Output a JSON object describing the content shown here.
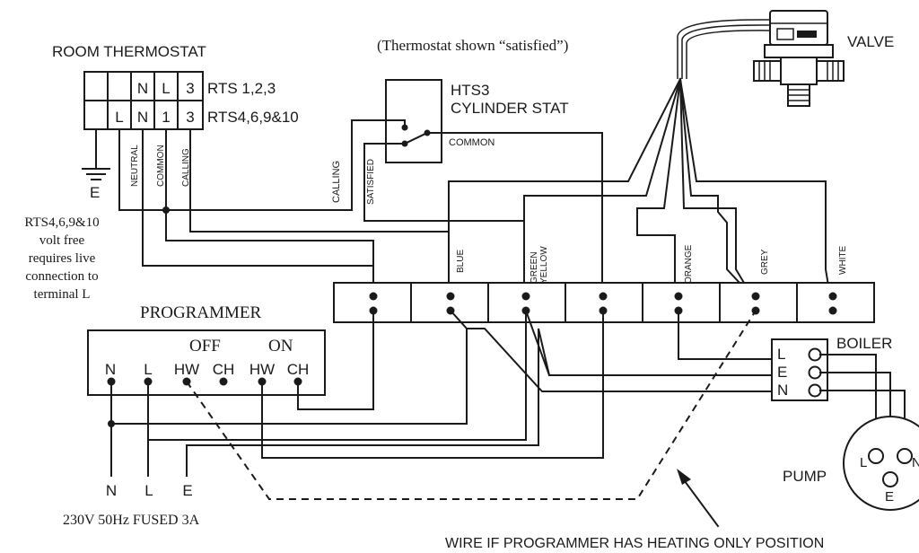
{
  "room_thermostat": {
    "title": "ROOM THERMOSTAT",
    "row1_cells": [
      "",
      "",
      "N",
      "L",
      "3"
    ],
    "row1_label": "RTS 1,2,3",
    "row2_cells": [
      "",
      "L",
      "N",
      "1",
      "3"
    ],
    "row2_label": "RTS4,6,9&10",
    "wire_labels": {
      "neutral": "NEUTRAL",
      "common": "COMMON",
      "calling": "CALLING"
    },
    "earth_label": "E",
    "note_lines": [
      "RTS4,6,9&10",
      "volt free",
      "requires live",
      "connection to",
      "terminal L"
    ]
  },
  "cylinder_stat": {
    "note": "(Thermostat shown “satisfied”)",
    "title_line1": "HTS3",
    "title_line2": "CYLINDER STAT",
    "common_label": "COMMON",
    "calling_label": "CALLING",
    "satisfied_label": "SATISFIED"
  },
  "valve": {
    "label": "VALVE",
    "wire_labels": {
      "blue": "BLUE",
      "green_yellow_1": "GREEN",
      "green_yellow_2": "YELLOW",
      "orange": "ORANGE",
      "grey": "GREY",
      "white": "WHITE"
    }
  },
  "programmer": {
    "title": "PROGRAMMER",
    "off_label": "OFF",
    "on_label": "ON",
    "terminals": [
      "N",
      "L",
      "HW",
      "CH",
      "HW",
      "CH"
    ]
  },
  "supply": {
    "terminals": [
      "N",
      "L",
      "E"
    ],
    "rating": "230V 50Hz FUSED 3A"
  },
  "boiler": {
    "label": "BOILER",
    "terminals": [
      "L",
      "E",
      "N"
    ]
  },
  "pump": {
    "label": "PUMP",
    "terminals": [
      "L",
      "N",
      "E"
    ]
  },
  "note": {
    "heating_only": "WIRE IF PROGRAMMER HAS HEATING ONLY POSITION"
  }
}
